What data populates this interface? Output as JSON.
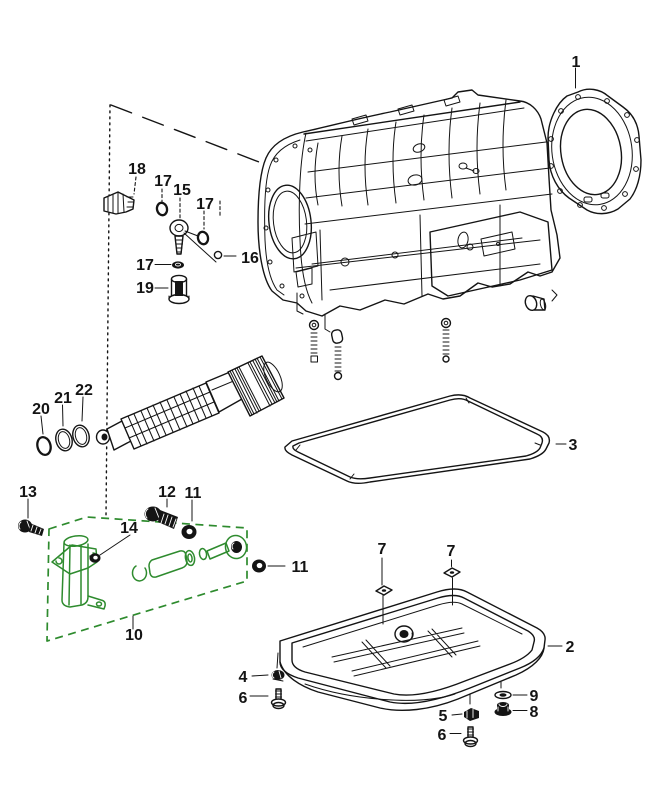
{
  "page": {
    "type": "exploded-parts-diagram",
    "subject": "transmission-case-and-oil-pan",
    "background": "#ffffff"
  },
  "colors": {
    "line": "#141414",
    "highlight_green": "#2e8b2e"
  },
  "callouts": {
    "c1": "1",
    "c2": "2",
    "c3": "3",
    "c4": "4",
    "c5": "5",
    "c6a": "6",
    "c6b": "6",
    "c7a": "7",
    "c7b": "7",
    "c8": "8",
    "c9": "9",
    "c10": "10",
    "c11a": "11",
    "c11b": "11",
    "c12": "12",
    "c13": "13",
    "c14": "14",
    "c15": "15",
    "c16": "16",
    "c17a": "17",
    "c17b": "17",
    "c17c": "17",
    "c18": "18",
    "c19": "19",
    "c20": "20",
    "c21": "21",
    "c22": "22"
  }
}
